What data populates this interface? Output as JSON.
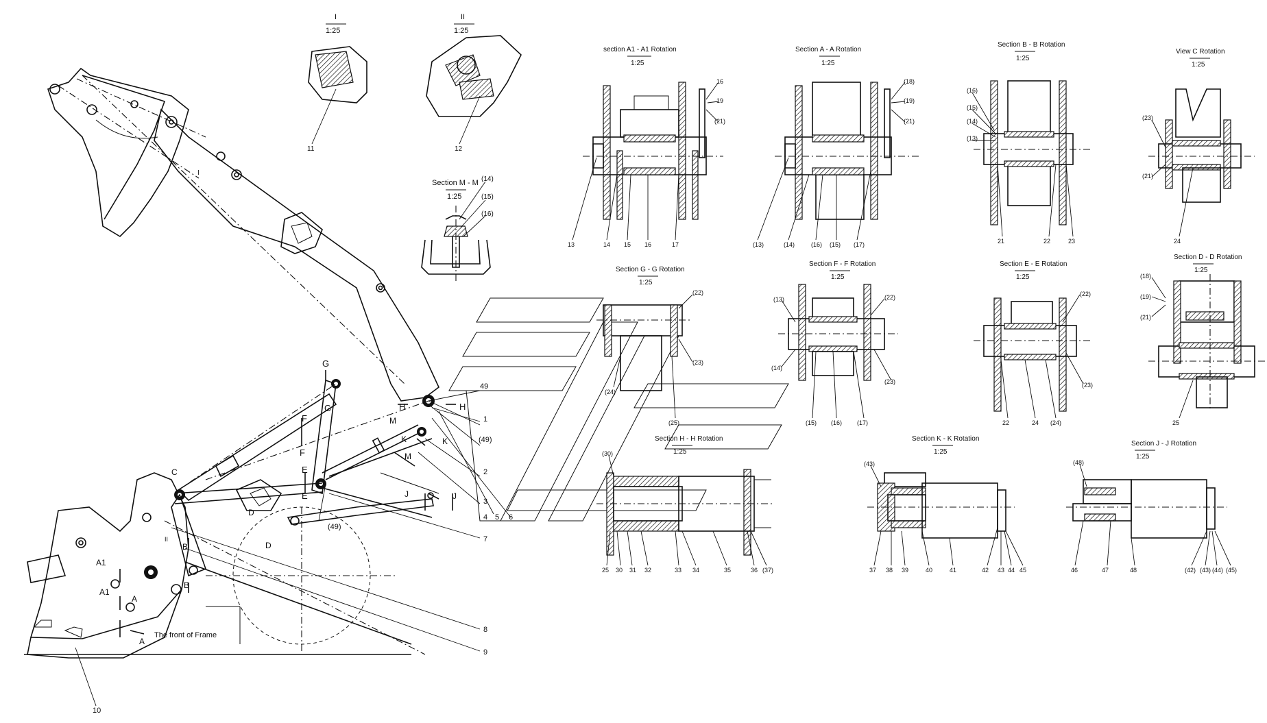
{
  "title_detail_i": "I",
  "title_detail_ii": "II",
  "title_section_mm": "Section M - M",
  "title_a1": "section A1 - A1 Rotation",
  "title_aa": "Section A - A Rotation",
  "title_bb": "Section B - B Rotation",
  "title_view_c": "View C Rotation",
  "title_gg": "Section G - G Rotation",
  "title_ff": "Section F - F Rotation",
  "title_ee": "Section E - E Rotation",
  "title_dd": "Section D - D Rotation",
  "title_hh": "Section H - H Rotation",
  "title_kk": "Section K - K Rotation",
  "title_jj": "Section J - J Rotation",
  "scale": "1:25",
  "front_frame_label": "The front of Frame",
  "section_letters": [
    "A1",
    "A1",
    "A",
    "A",
    "B",
    "B",
    "C",
    "D",
    "D",
    "E",
    "E",
    "F",
    "F",
    "G",
    "G",
    "H",
    "H",
    "J",
    "J",
    "K",
    "M",
    "M",
    "I",
    "II"
  ],
  "part_numbers_main": [
    "1",
    "2",
    "3",
    "4",
    "5",
    "6",
    "7",
    "8",
    "9",
    "10",
    "49",
    "(49)",
    "(49)"
  ],
  "part_numbers_details": [
    "11",
    "12",
    "(14)",
    "(15)",
    "(16)"
  ],
  "part_numbers_sections": {
    "a1": [
      "16",
      "19",
      "(21)",
      "13",
      "14",
      "15",
      "16",
      "17"
    ],
    "aa": [
      "(18)",
      "(19)",
      "(21)",
      "(13)",
      "(14)",
      "(16)",
      "(15)",
      "(17)"
    ],
    "bb": [
      "(16)",
      "(15)",
      "(14)",
      "(13)",
      "21",
      "22",
      "23"
    ],
    "view_c": [
      "(23)",
      "(21)",
      "24"
    ],
    "gg": [
      "(22)",
      "(23)",
      "(24)",
      "(25)"
    ],
    "ff": [
      "(13)",
      "(22)",
      "(23)",
      "(14)",
      "(15)",
      "(16)",
      "(17)"
    ],
    "ee": [
      "(22)",
      "(23)",
      "22",
      "24",
      "(24)"
    ],
    "dd": [
      "(18)",
      "(19)",
      "(21)",
      "25"
    ],
    "hh": [
      "(30)",
      "25",
      "30",
      "31",
      "32",
      "33",
      "34",
      "35",
      "36",
      "(37)"
    ],
    "kk": [
      "(43)",
      "37",
      "38",
      "39",
      "40",
      "41",
      "42",
      "43",
      "44",
      "45"
    ],
    "jj": [
      "(48)",
      "46",
      "47",
      "48",
      "(42)",
      "(43)",
      "(44)",
      "(45)"
    ]
  }
}
